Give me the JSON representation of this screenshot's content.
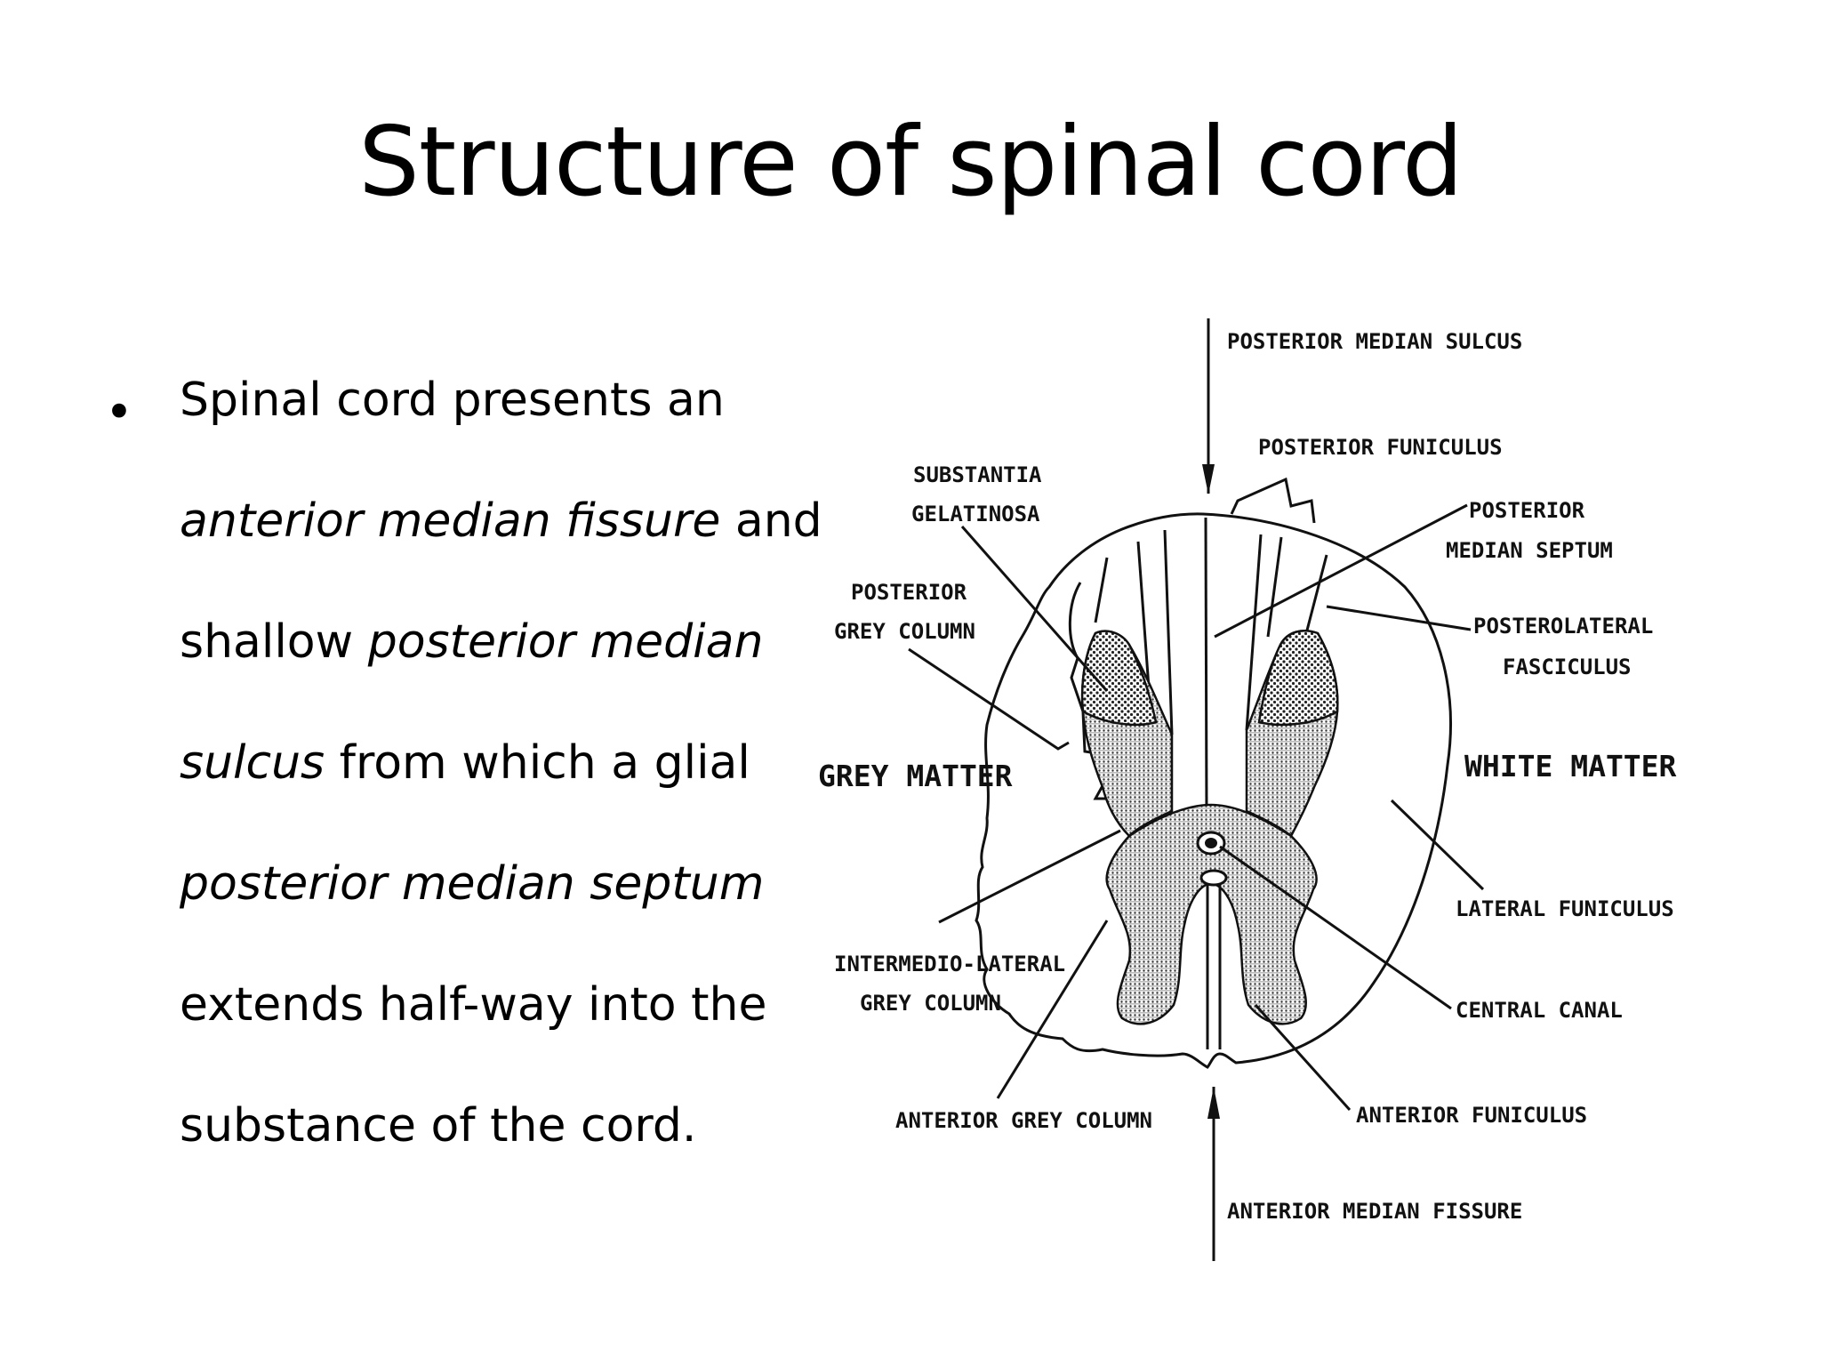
{
  "slide": {
    "title": "Structure of spinal cord",
    "bullet_symbol": "•",
    "body_lines": [
      [
        {
          "t": "Spinal cord presents an",
          "i": false
        }
      ],
      [
        {
          "t": "anterior median fissure",
          "i": true
        },
        {
          "t": " and",
          "i": false
        }
      ],
      [
        {
          "t": "shallow ",
          "i": false
        },
        {
          "t": "posterior median",
          "i": true
        }
      ],
      [
        {
          "t": "sulcus",
          "i": true
        },
        {
          "t": " from which a glial",
          "i": false
        }
      ],
      [
        {
          "t": "posterior median septum",
          "i": true
        }
      ],
      [
        {
          "t": "extends half-way into the",
          "i": false
        }
      ],
      [
        {
          "t": "substance of the cord.",
          "i": false
        }
      ]
    ]
  },
  "diagram": {
    "labels": {
      "posterior_median_sulcus": "POSTERIOR MEDIAN SULCUS",
      "posterior_funiculus": "POSTERIOR FUNICULUS",
      "substantia_1": "SUBSTANTIA",
      "substantia_2": "GELATINOSA",
      "posterior_septum_1": "POSTERIOR",
      "posterior_septum_2": "MEDIAN SEPTUM",
      "posterior_grey_1": "POSTERIOR",
      "posterior_grey_2": "GREY COLUMN",
      "posterolateral_1": "POSTEROLATERAL",
      "posterolateral_2": "FASCICULUS",
      "grey_matter": "GREY MATTER",
      "white_matter": "WHITE MATTER",
      "lateral_funiculus": "LATERAL FUNICULUS",
      "intermedio_1": "INTERMEDIO-LATERAL",
      "intermedio_2": "GREY COLUMN",
      "central_canal": "CENTRAL CANAL",
      "anterior_grey_column": "ANTERIOR GREY COLUMN",
      "anterior_funiculus": "ANTERIOR FUNICULUS",
      "anterior_median_fissure": "ANTERIOR MEDIAN FISSURE"
    }
  }
}
